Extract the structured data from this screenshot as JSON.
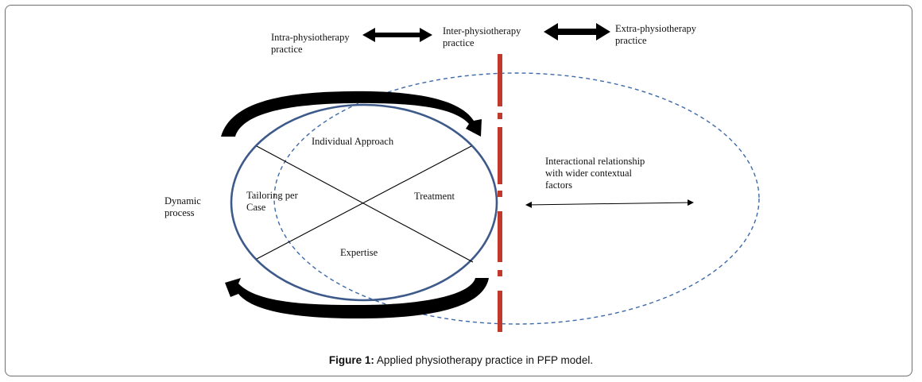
{
  "labels": {
    "intra": "Intra-physiotherapy\npractice",
    "inter": "Inter-physiotherapy\npractice",
    "extra": "Extra-physiotherapy\npractice",
    "individual_approach": "Individual Approach",
    "tailoring": "Tailoring per\nCase",
    "treatment": "Treatment",
    "expertise": "Expertise",
    "dynamic_process": "Dynamic\nprocess",
    "interactional": "Interactional relationship\nwith wider contextual\nfactors"
  },
  "caption": {
    "prefix": "Figure 1:",
    "text": " Applied physiotherapy practice in PFP model."
  },
  "colors": {
    "circle_stroke": "#3d5a8a",
    "dashed_ellipse": "#3d6aa8",
    "divider": "#c0392b",
    "arrows": "#000000"
  }
}
